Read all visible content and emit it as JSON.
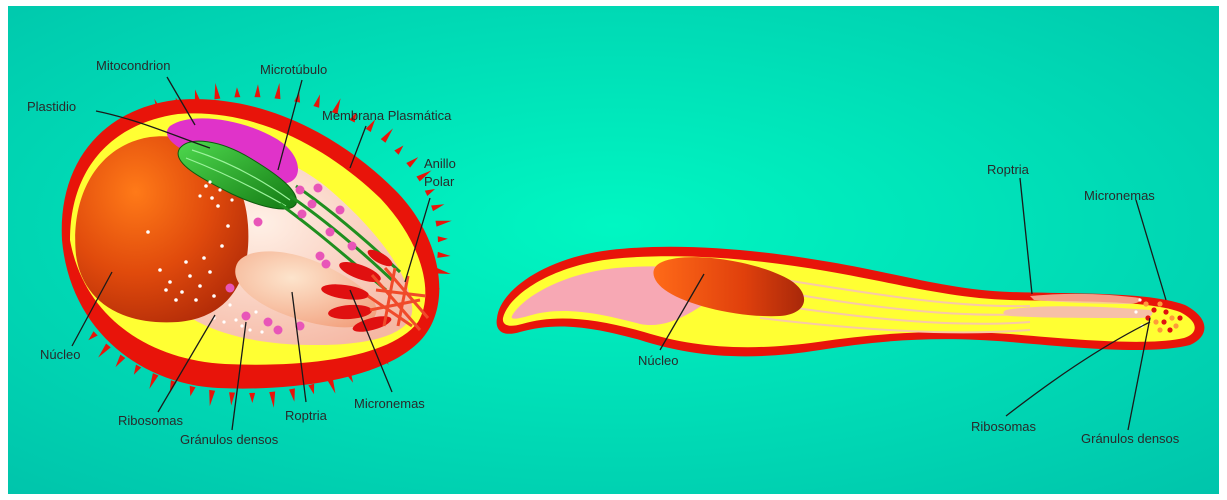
{
  "colors": {
    "background_center": "#00f5c0",
    "background_edge": "#00c9ad",
    "outer_membrane": "#e8140a",
    "inner_layer": "#ffff33",
    "cytoplasm": "#f8b8a6",
    "nucleus": "#e2440c",
    "plastid": "#1f8f1f",
    "mitochondrion": "#e033c9",
    "label_text": "#2a2a2a"
  },
  "left_cell": {
    "labels": {
      "mitocondrion": "Mitocondrion",
      "microtubulo": "Microtúbulo",
      "plastidio": "Plastidio",
      "membrana": "Membrana Plasmática",
      "anillo_line1": "Anillo",
      "anillo_line2": "Polar",
      "nucleo": "Núcleo",
      "ribosomas": "Ribosomas",
      "granulos": "Gránulos densos",
      "roptria": "Roptria",
      "micronemas": "Micronemas"
    }
  },
  "right_cell": {
    "labels": {
      "roptria": "Roptria",
      "micronemas": "Micronemas",
      "nucleo": "Núcleo",
      "ribosomas": "Ribosomas",
      "granulos": "Gránulos densos"
    }
  }
}
